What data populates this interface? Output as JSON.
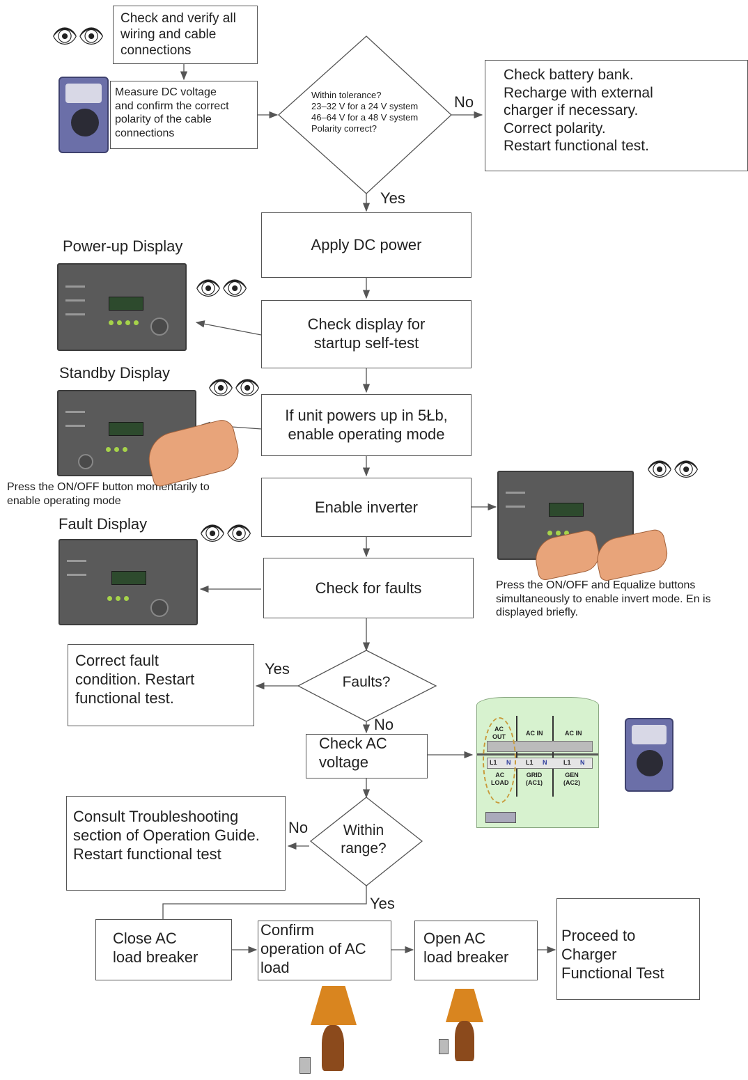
{
  "steps": {
    "check_wiring": "Check and verify all\nwiring and cable\nconnections",
    "measure_dc": "Measure DC voltage\nand confirm the correct\npolarity of the cable\nconnections",
    "tolerance_decision": "Within tolerance?\n23–32 V for a 24 V system\n46–64 V for a 48 V system\nPolarity correct?",
    "check_battery": "Check battery bank.\nRecharge with external\ncharger if necessary.\nCorrect polarity.\nRestart functional test.",
    "apply_dc": "Apply DC power",
    "check_display": "Check display for\nstartup self-test",
    "enable_operating": "If unit powers up in 5Łb,\nenable operating mode",
    "enable_inverter": "Enable inverter",
    "check_faults": "Check for faults",
    "faults_decision": "Faults?",
    "correct_fault": "Correct fault\ncondition. Restart\nfunctional test.",
    "check_ac": "Check AC\nvoltage",
    "range_decision": "Within\nrange?",
    "consult": "Consult Troubleshooting\nsection of Operation Guide.\nRestart functional test",
    "close_breaker": "Close AC\nload breaker",
    "confirm_load": "Confirm\noperation of AC\nload",
    "open_breaker": "Open AC\nload breaker",
    "proceed": "Proceed to\nCharger\nFunctional Test"
  },
  "branch_labels": {
    "no1": "No",
    "yes1": "Yes",
    "yes2": "Yes",
    "no2": "No",
    "no3": "No",
    "yes3": "Yes"
  },
  "display_labels": {
    "powerup": "Power-up Display",
    "standby": "Standby Display",
    "fault": "Fault Display"
  },
  "notes": {
    "press_onoff": "Press the ON/OFF button momentarily to\nenable operating mode",
    "press_both": "Press the ON/OFF and Equalize buttons\nsimultaneously to enable invert mode. En is\ndisplayed briefly."
  },
  "terminal_block": {
    "col1_top": "AC\nOUT",
    "col2_top": "AC IN",
    "col3_top": "AC IN",
    "terms": [
      "L1",
      "N",
      "L1",
      "N",
      "L1",
      "N"
    ],
    "col1_bottom": "AC\nLOAD",
    "col2_bottom": "GRID\n(AC1)",
    "col3_bottom": "GEN\n(AC2)"
  },
  "icons": [
    "eyes-icon",
    "multimeter-icon",
    "control-panel-icon",
    "hand-pointer-icon",
    "lamp-icon"
  ],
  "colors": {
    "line": "#555555",
    "meter": "#6b6fa8",
    "panel": "#5a5a5a",
    "terminal_bg": "#d7f2cf"
  }
}
